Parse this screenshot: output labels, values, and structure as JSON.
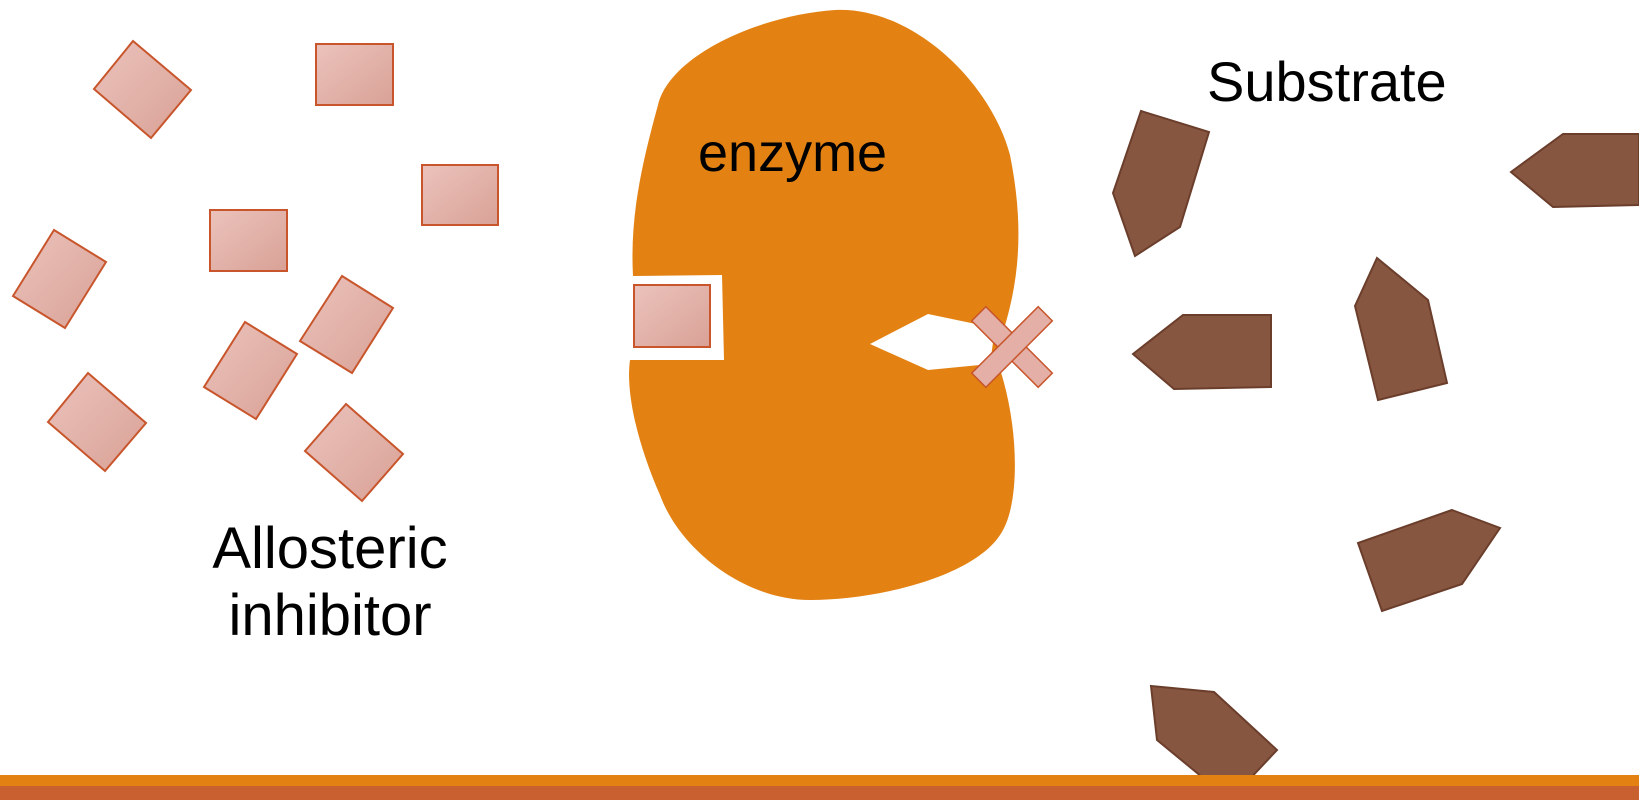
{
  "labels": {
    "enzyme": "enzyme",
    "substrate": "Substrate",
    "inhibitor_line1": "Allosteric",
    "inhibitor_line2": "inhibitor"
  },
  "colors": {
    "enzyme": "#E38213",
    "inhibitor_fill": "#E3AFA6",
    "inhibitor_stroke": "#C8552B",
    "substrate_fill": "#875641",
    "substrate_stroke": "#6B3E2C",
    "footer_top": "#E38213",
    "footer_bottom": "#C9602F"
  },
  "icons": {
    "blocked_site": "x-mark-icon"
  }
}
